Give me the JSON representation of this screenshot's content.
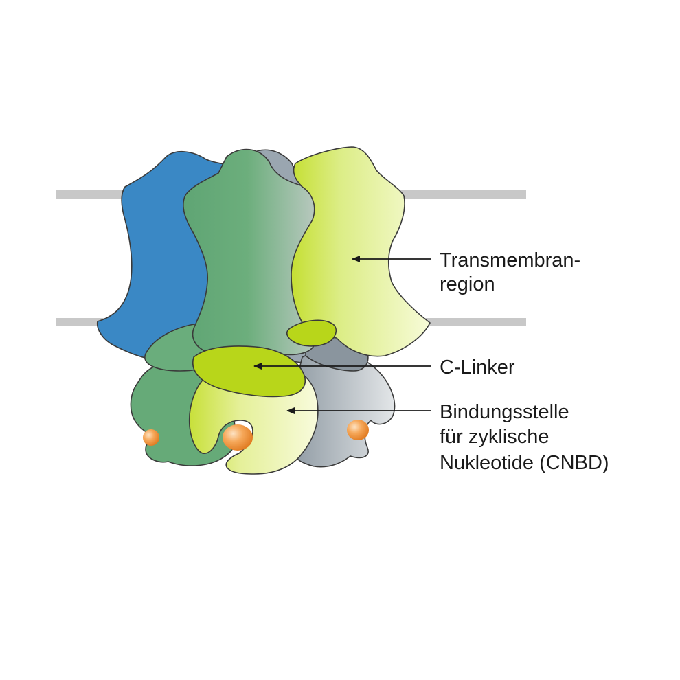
{
  "labels": {
    "transmembrane_line1": "Transmembran-",
    "transmembrane_line2": "region",
    "c_linker": "C-Linker",
    "cnbd_line1": "Bindungsstelle",
    "cnbd_line2": "für zyklische",
    "cnbd_line3": "Nukleotide (CNBD)"
  },
  "colors": {
    "membrane": "#c8c8c8",
    "subunit_blue": "#3a88c5",
    "subunit_green": "#6aad7c",
    "subunit_grey": "#a0abb3",
    "subunit_yellow": "#dfee8a",
    "c_linker": "#b8d61a",
    "nucleotide": "#f39a3c",
    "arrow": "#1a1a1a"
  }
}
